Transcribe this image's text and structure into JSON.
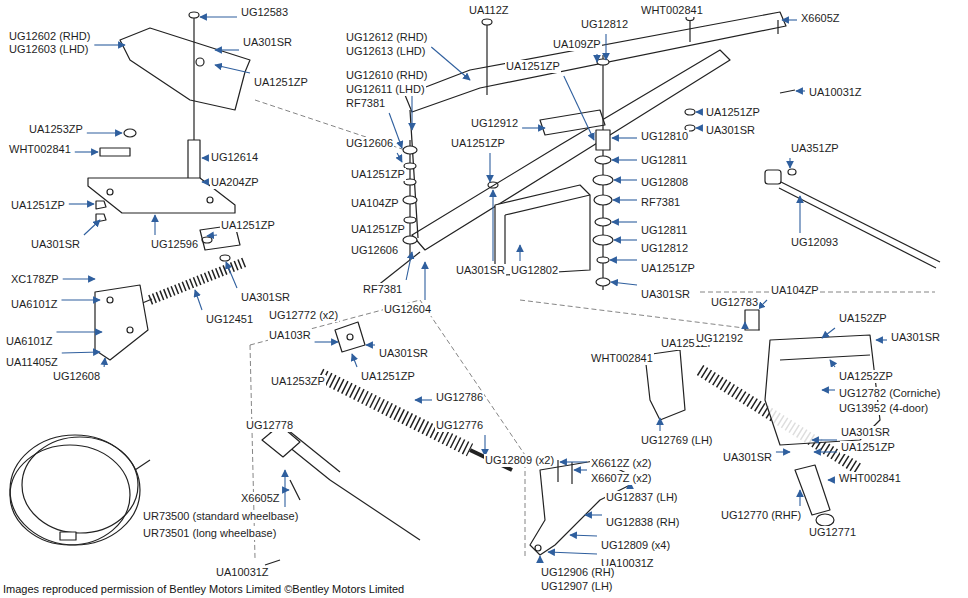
{
  "diagram": {
    "caption": "Images reproduced permission of Bentley Motors Limited ©Bentley Motors Limited",
    "labels": [
      "UG12602 (RHD)",
      "UG12603 (LHD)",
      "UG12583",
      "UA301SR",
      "UA1251ZP",
      "UA1253ZP",
      "WHT002841",
      "UG12614",
      "UA204ZP",
      "UA1251ZP",
      "UA301SR",
      "UG12596",
      "UA1251ZP",
      "UA301SR",
      "XC178ZP",
      "UA6101Z",
      "UA6101Z",
      "UA11405Z",
      "UG12608",
      "UG12451",
      "UA112Z",
      "UG12612 (RHD)",
      "UG12613 (LHD)",
      "UG12610 (RHD)",
      "UG12611 (LHD)",
      "RF7381",
      "UG12606",
      "UA1251ZP",
      "UA104ZP",
      "UA1251ZP",
      "UG12606",
      "RF7381",
      "UG12604",
      "UA301SR",
      "UG12912",
      "UA1251ZP",
      "UG12802",
      "UA109ZP",
      "UA1251ZP",
      "UG12812",
      "WHT002841",
      "X6605Z",
      "UA10031Z",
      "UA1251ZP",
      "UA301SR",
      "UG12810",
      "UG12811",
      "UG12808",
      "RF7381",
      "UG12811",
      "UG12812",
      "UA1251ZP",
      "UA301SR",
      "UA351ZP",
      "UG12093",
      "UG12772 (x2)",
      "UA103R",
      "UA301SR",
      "UA1253ZP",
      "UA1251ZP",
      "UG12786",
      "UG12778",
      "UG12776",
      "X6605Z",
      "UA10031Z",
      "UR73500 (standard wheelbase)",
      "UR73501 (long wheelbase)",
      "UG12809 (x2)",
      "UA1251ZP",
      "WHT002841",
      "UG12769 (LH)",
      "X6612Z (x2)",
      "X6607Z (x2)",
      "UG12837 (LH)",
      "UG12838 (RH)",
      "UG12809 (x4)",
      "UA10031Z",
      "UG12906 (RH)",
      "UG12907 (LH)",
      "UG12783",
      "UA104ZP",
      "UG12192",
      "UA152ZP",
      "UA301SR",
      "UA1252ZP",
      "UG12782 (Corniche)",
      "UG13952 (4-door)",
      "UA301SR",
      "UA1251ZP",
      "UA301SR",
      "WHT002841",
      "UG12770 (RHF)",
      "UG12771"
    ]
  }
}
